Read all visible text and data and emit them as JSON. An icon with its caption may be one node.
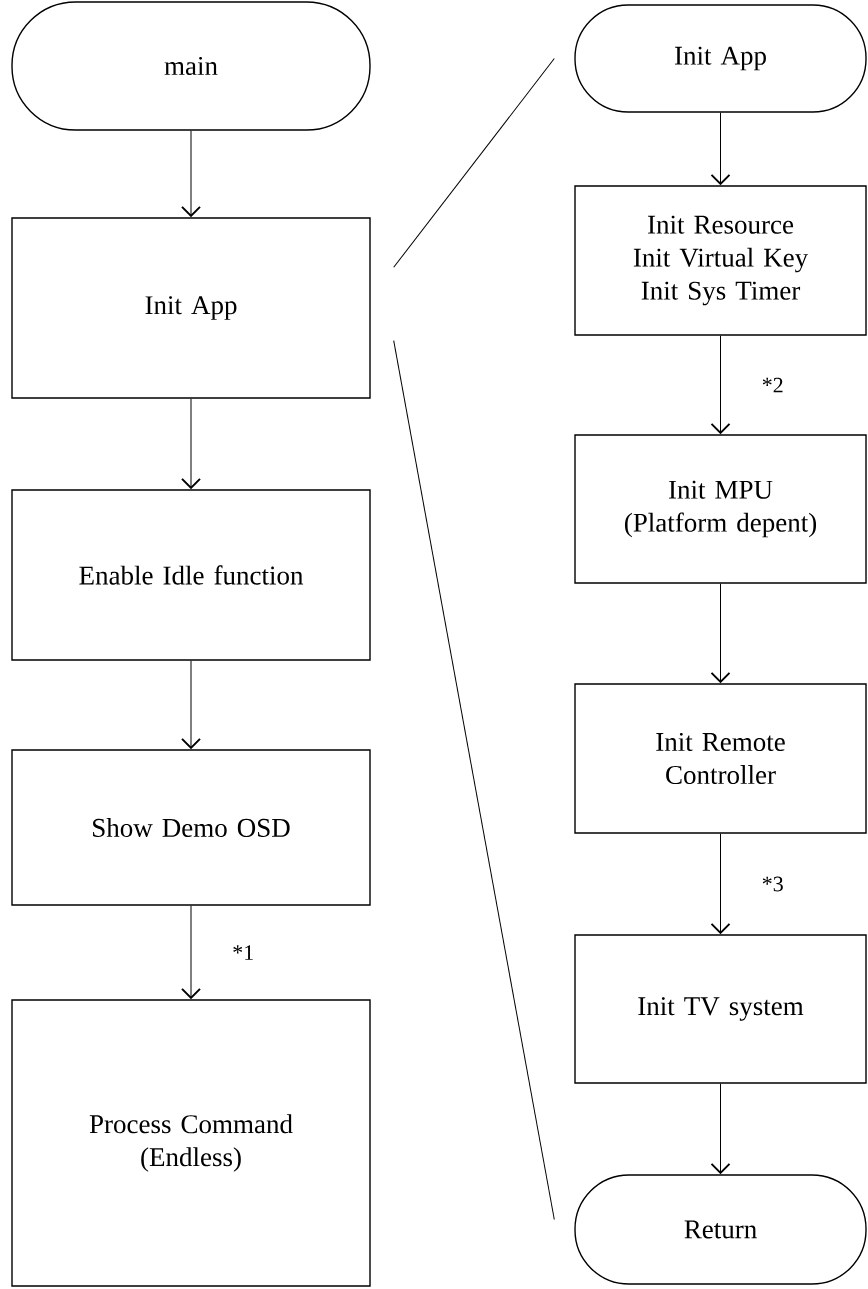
{
  "diagram": {
    "nodes": [
      {
        "text": [
          "main"
        ]
      },
      {
        "text": [
          "Init App"
        ]
      },
      {
        "text": [
          "Enable Idle function"
        ]
      },
      {
        "text": [
          "Show Demo OSD"
        ]
      },
      {
        "text": [
          "Process Command (Endless)"
        ]
      },
      {
        "text": [
          "Init App"
        ]
      },
      {
        "text": [
          "Init Resource Init Virtual Key Init Sys Timer"
        ]
      },
      {
        "text": [
          "Init MPU (Platform depent)"
        ]
      },
      {
        "text": [
          "Init Remote Controller"
        ]
      },
      {
        "text": [
          "Init TV system"
        ]
      },
      {
        "text": [
          "Return"
        ]
      }
    ],
    "edges": [
      {
        "from": 0,
        "to": 1,
        "arrow": "to"
      },
      {
        "from": 1,
        "to": 2,
        "arrow": "to"
      },
      {
        "from": 2,
        "to": 3,
        "arrow": "to"
      },
      {
        "from": 3,
        "to": 4,
        "arrow": "to",
        "label": "*1"
      },
      {
        "from": 5,
        "to": 6,
        "arrow": "to"
      },
      {
        "from": 6,
        "to": 7,
        "arrow": "to",
        "label": "*2"
      },
      {
        "from": 7,
        "to": 8,
        "arrow": "to"
      },
      {
        "from": 8,
        "to": 9,
        "arrow": "to",
        "label": "*3"
      },
      {
        "from": 9,
        "to": 10,
        "arrow": "to"
      },
      {
        "from": 1,
        "to": 5,
        "arrow": "none"
      },
      {
        "from": 1,
        "to": 10,
        "arrow": "none"
      }
    ]
  }
}
